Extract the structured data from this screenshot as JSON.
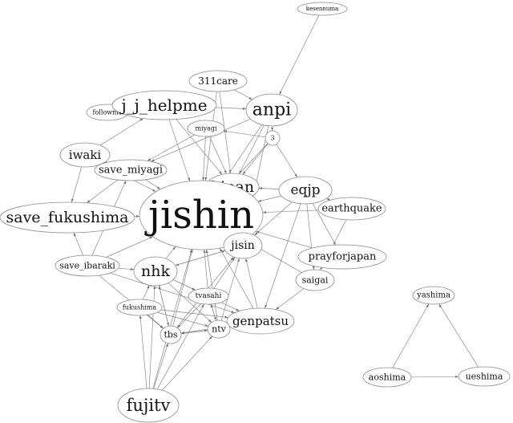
{
  "graph": {
    "nodes": [
      {
        "id": "kesennuma",
        "label": "kesennuma"
      },
      {
        "id": "311care",
        "label": "311care"
      },
      {
        "id": "followme",
        "label": "followme"
      },
      {
        "id": "j_j_helpme",
        "label": "j_j_helpme"
      },
      {
        "id": "anpi",
        "label": "anpi"
      },
      {
        "id": "miyagi",
        "label": "miyagi"
      },
      {
        "id": "n3",
        "label": "3"
      },
      {
        "id": "iwaki",
        "label": "iwaki"
      },
      {
        "id": "save_miyagi",
        "label": "save_miyagi"
      },
      {
        "id": "hinan",
        "label": "hinan"
      },
      {
        "id": "eqjp",
        "label": "eqjp"
      },
      {
        "id": "earthquake",
        "label": "earthquake"
      },
      {
        "id": "save_fukushima",
        "label": "save_fukushima"
      },
      {
        "id": "jishin",
        "label": "jishin"
      },
      {
        "id": "jisin",
        "label": "jisin"
      },
      {
        "id": "prayforjapan",
        "label": "prayforjapan"
      },
      {
        "id": "save_ibaraki",
        "label": "save_ibaraki"
      },
      {
        "id": "nhk",
        "label": "nhk"
      },
      {
        "id": "saigai",
        "label": "saigai"
      },
      {
        "id": "tvasahi",
        "label": "tvasahi"
      },
      {
        "id": "fukushima",
        "label": "fukushima"
      },
      {
        "id": "genpatsu",
        "label": "genpatsu"
      },
      {
        "id": "tbs",
        "label": "tbs"
      },
      {
        "id": "ntv",
        "label": "ntv"
      },
      {
        "id": "fujitv",
        "label": "fujitv"
      },
      {
        "id": "yashima",
        "label": "yashima"
      },
      {
        "id": "aoshima",
        "label": "aoshima"
      },
      {
        "id": "ueshima",
        "label": "ueshima"
      }
    ],
    "edges": [
      [
        "kesennuma",
        "anpi"
      ],
      [
        "311care",
        "anpi"
      ],
      [
        "311care",
        "hinan"
      ],
      [
        "311care",
        "jishin"
      ],
      [
        "followme",
        "j_j_helpme"
      ],
      [
        "j_j_helpme",
        "anpi"
      ],
      [
        "j_j_helpme",
        "jishin"
      ],
      [
        "j_j_helpme",
        "hinan"
      ],
      [
        "anpi",
        "hinan"
      ],
      [
        "anpi",
        "jishin"
      ],
      [
        "anpi",
        "jisin"
      ],
      [
        "anpi",
        "save_miyagi"
      ],
      [
        "anpi",
        "n3"
      ],
      [
        "miyagi",
        "hinan"
      ],
      [
        "miyagi",
        "jishin"
      ],
      [
        "miyagi",
        "save_miyagi"
      ],
      [
        "n3",
        "hinan"
      ],
      [
        "n3",
        "eqjp"
      ],
      [
        "n3",
        "miyagi"
      ],
      [
        "n3",
        "jishin"
      ],
      [
        "iwaki",
        "j_j_helpme"
      ],
      [
        "iwaki",
        "save_fukushima"
      ],
      [
        "iwaki",
        "jishin"
      ],
      [
        "iwaki",
        "save_miyagi"
      ],
      [
        "save_miyagi",
        "jishin"
      ],
      [
        "save_miyagi",
        "save_fukushima"
      ],
      [
        "hinan",
        "jishin"
      ],
      [
        "eqjp",
        "hinan"
      ],
      [
        "eqjp",
        "jishin"
      ],
      [
        "eqjp",
        "jisin"
      ],
      [
        "eqjp",
        "prayforjapan"
      ],
      [
        "eqjp",
        "saigai"
      ],
      [
        "eqjp",
        "genpatsu"
      ],
      [
        "earthquake",
        "jishin"
      ],
      [
        "earthquake",
        "eqjp"
      ],
      [
        "earthquake",
        "saigai"
      ],
      [
        "save_fukushima",
        "jishin"
      ],
      [
        "jisin",
        "jishin"
      ],
      [
        "jisin",
        "nhk"
      ],
      [
        "jisin",
        "hinan"
      ],
      [
        "prayforjapan",
        "jishin"
      ],
      [
        "save_ibaraki",
        "save_fukushima"
      ],
      [
        "save_ibaraki",
        "save_miyagi"
      ],
      [
        "save_ibaraki",
        "jishin"
      ],
      [
        "save_ibaraki",
        "nhk"
      ],
      [
        "save_ibaraki",
        "tbs"
      ],
      [
        "save_ibaraki",
        "genpatsu"
      ],
      [
        "nhk",
        "jishin"
      ],
      [
        "nhk",
        "jisin"
      ],
      [
        "nhk",
        "genpatsu"
      ],
      [
        "nhk",
        "ntv"
      ],
      [
        "nhk",
        "tbs"
      ],
      [
        "nhk",
        "tvasahi"
      ],
      [
        "saigai",
        "genpatsu"
      ],
      [
        "saigai",
        "jishin"
      ],
      [
        "tvasahi",
        "jishin"
      ],
      [
        "tvasahi",
        "jisin"
      ],
      [
        "tvasahi",
        "tbs"
      ],
      [
        "tvasahi",
        "ntv"
      ],
      [
        "fukushima",
        "nhk"
      ],
      [
        "fukushima",
        "genpatsu"
      ],
      [
        "fukushima",
        "tbs"
      ],
      [
        "fukushima",
        "ntv"
      ],
      [
        "genpatsu",
        "jishin"
      ],
      [
        "genpatsu",
        "jisin"
      ],
      [
        "genpatsu",
        "tbs"
      ],
      [
        "tbs",
        "jishin"
      ],
      [
        "tbs",
        "ntv"
      ],
      [
        "tbs",
        "jisin"
      ],
      [
        "tbs",
        "nhk"
      ],
      [
        "ntv",
        "jishin"
      ],
      [
        "ntv",
        "jisin"
      ],
      [
        "ntv",
        "tvasahi"
      ],
      [
        "ntv",
        "tbs"
      ],
      [
        "fujitv",
        "nhk"
      ],
      [
        "fujitv",
        "jishin"
      ],
      [
        "fujitv",
        "tbs"
      ],
      [
        "fujitv",
        "ntv"
      ],
      [
        "fujitv",
        "tvasahi"
      ],
      [
        "fujitv",
        "fukushima"
      ],
      [
        "aoshima",
        "yashima"
      ],
      [
        "aoshima",
        "ueshima"
      ],
      [
        "ueshima",
        "yashima"
      ]
    ]
  }
}
